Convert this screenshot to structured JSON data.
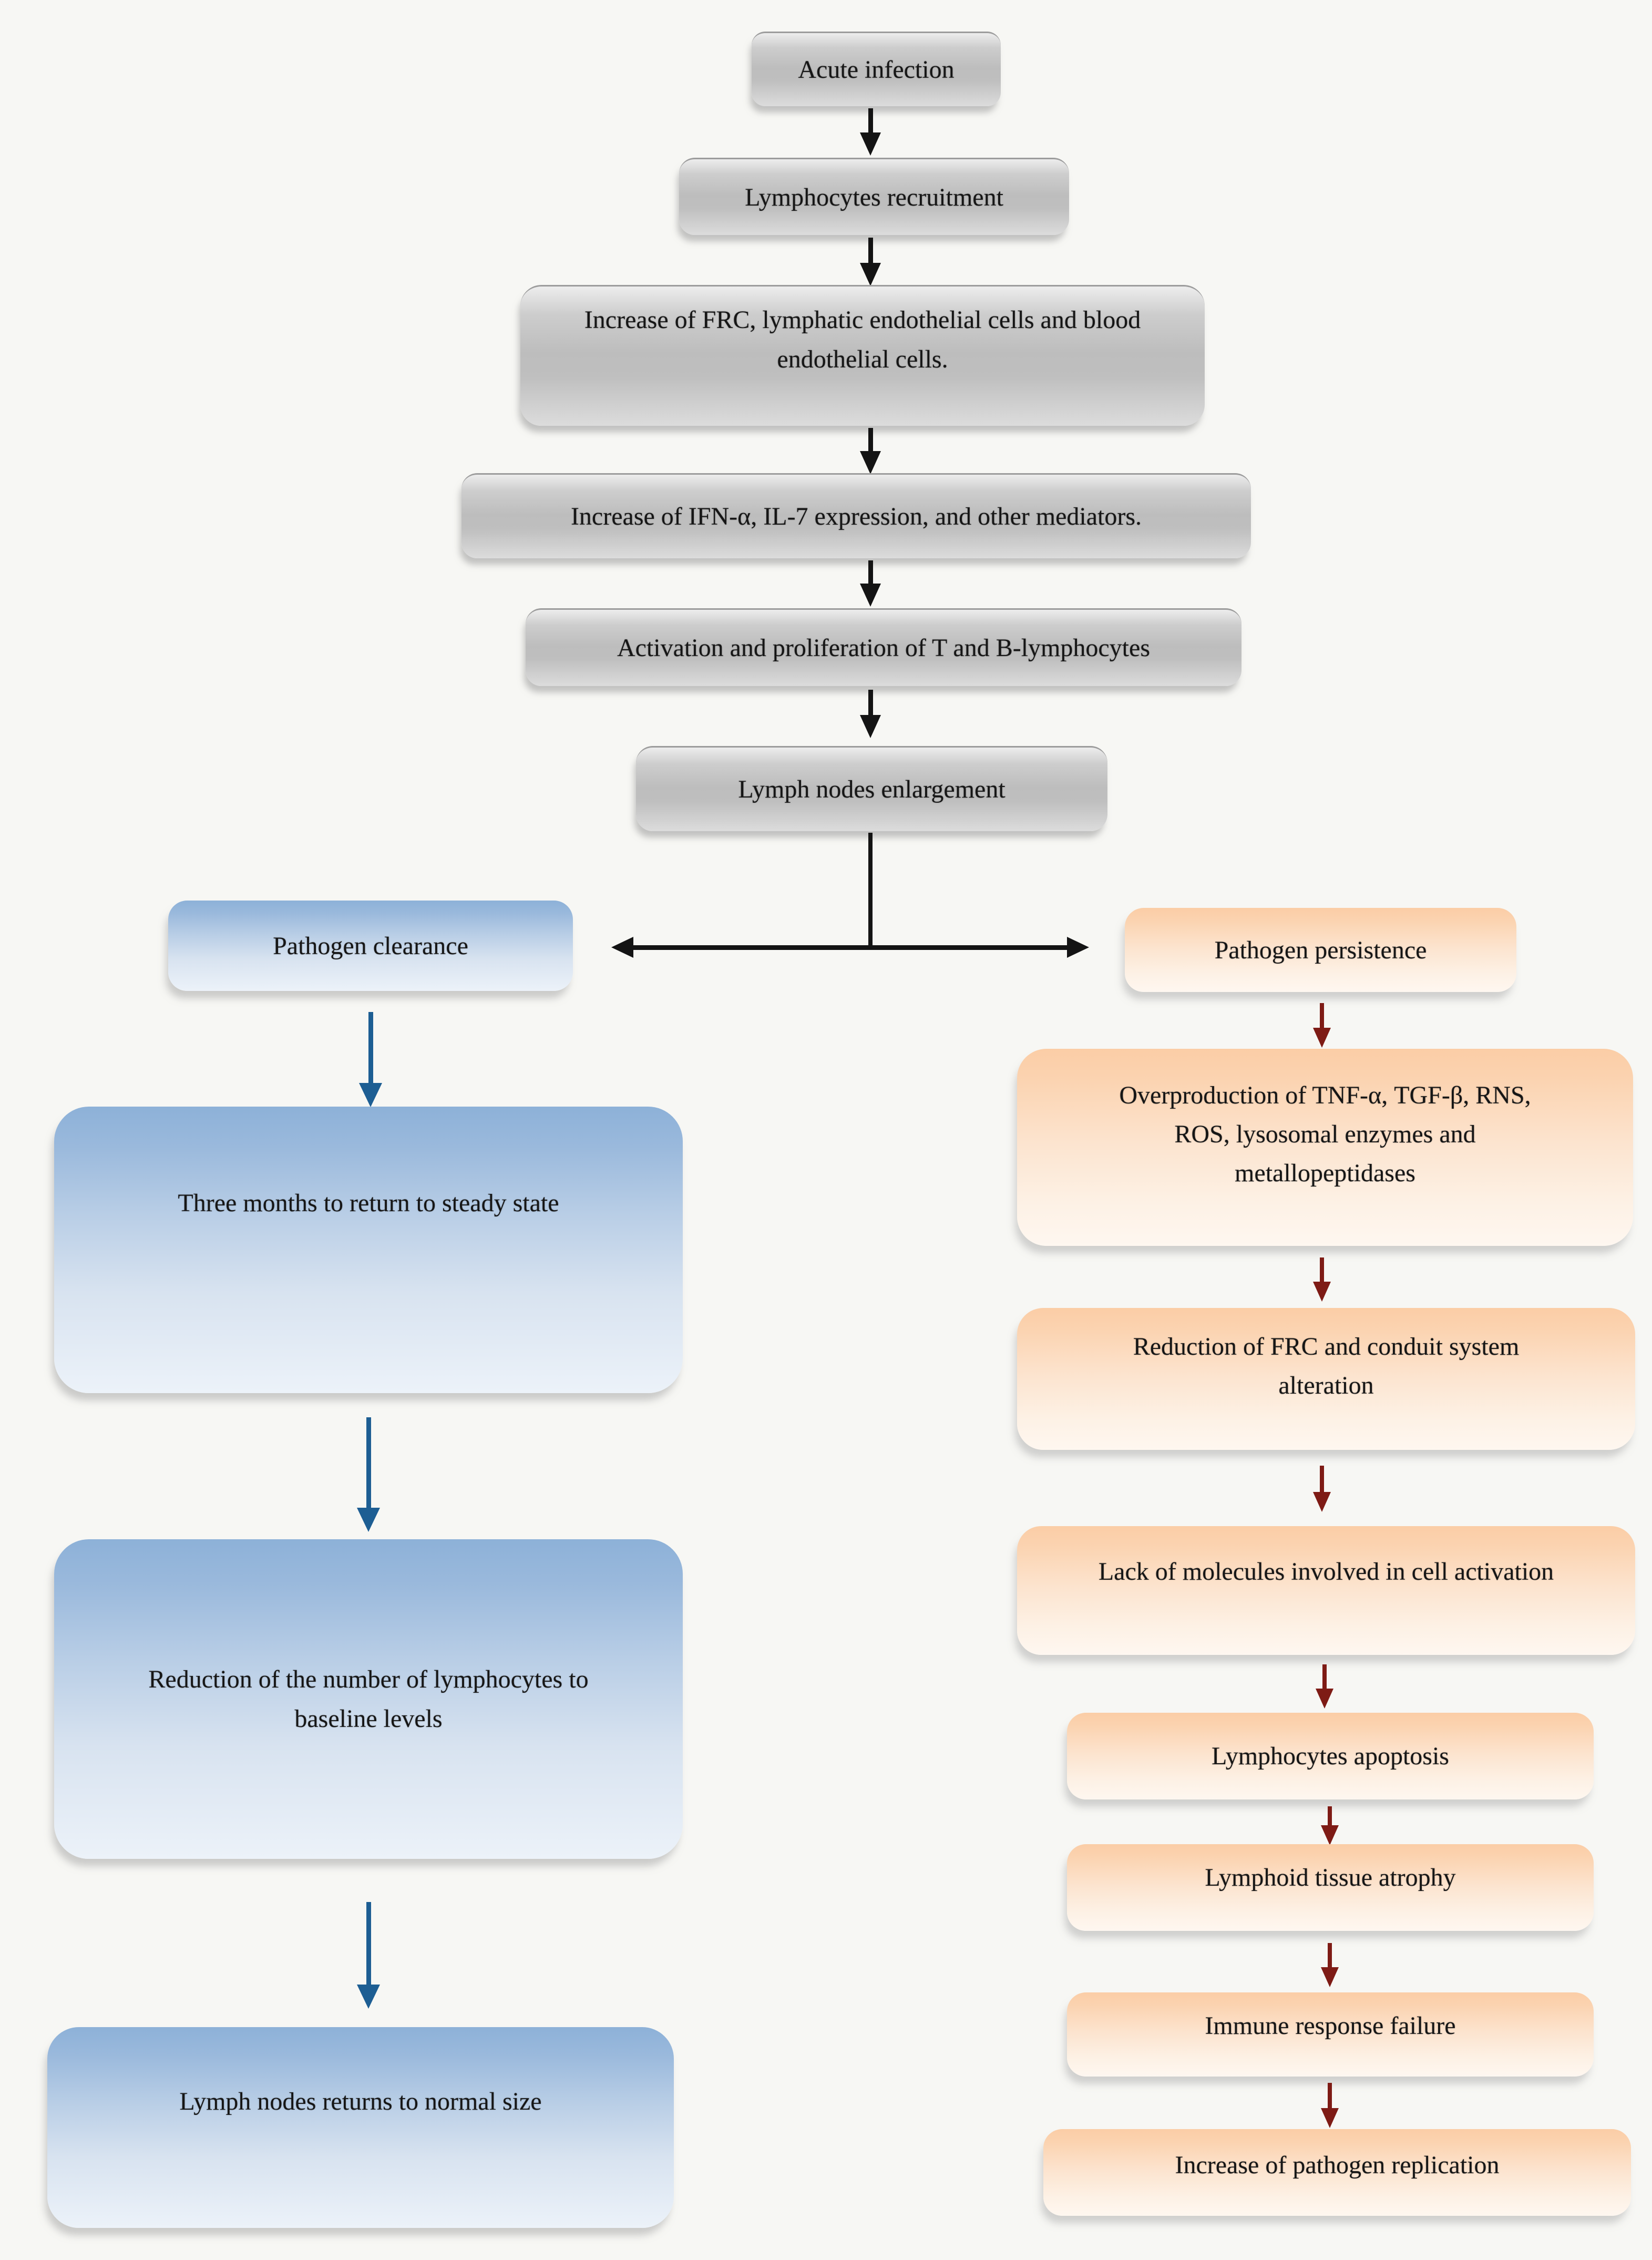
{
  "figure": {
    "type": "flowchart",
    "background": "#f7f7f4",
    "main_path": [
      "Acute infection",
      "Lymphocytes recruitment",
      "Increase of FRC, lymphatic endothelial cells and blood endothelial cells.",
      "Increase of IFN-α, IL-7 expression, and other mediators.",
      "Activation and proliferation of T and B-lymphocytes",
      "Lymph nodes enlargement"
    ],
    "left_branch": [
      "Pathogen clearance",
      "Three months to return to steady state",
      "Reduction of the number of lymphocytes to baseline levels",
      "Lymph nodes returns to normal size"
    ],
    "right_branch": [
      "Pathogen persistence",
      "Overproduction of TNF-α, TGF-β, RNS, ROS, lysosomal enzymes and metallopeptidases",
      "Reduction of FRC and conduit system alteration",
      "Lack of molecules involved in cell activation",
      "Lymphocytes apoptosis",
      "Lymphoid tissue atrophy",
      "Immune response failure",
      "Increase of pathogen replication"
    ],
    "colors": {
      "main_box_fill": "#bfbfbf",
      "left_box_top_fill": "#8db1d8",
      "right_box_top_fill": "#fbcda6",
      "main_arrow": "#141414",
      "left_arrow": "#1d5e93",
      "right_arrow": "#7e1b15"
    }
  }
}
